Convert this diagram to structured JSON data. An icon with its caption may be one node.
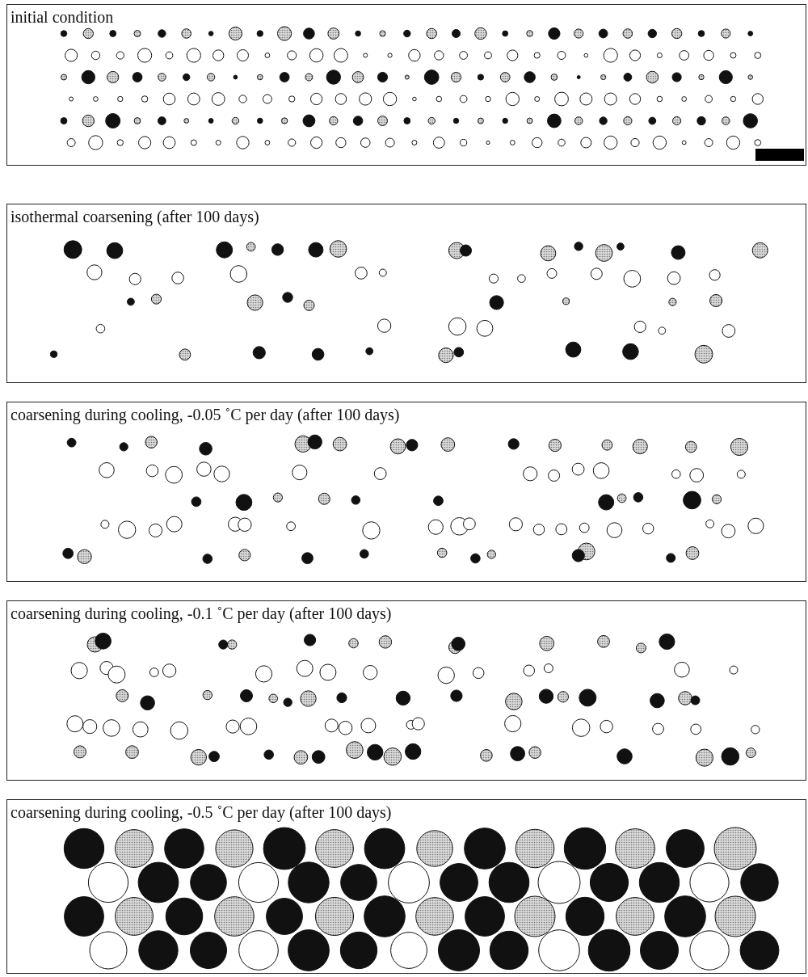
{
  "diagram": {
    "nodes": [
      {
        "text": [
          "initial condition"
        ]
      },
      {
        "text": [
          "isothermal coarsening (after 100 days)"
        ]
      },
      {
        "text": [
          "coarsening during cooling, -0.05 ˚C per day (after 100 days)"
        ]
      },
      {
        "text": [
          "coarsening during cooling, -0.1 ˚C per day (after 100 days)"
        ]
      },
      {
        "text": [
          "coarsening during cooling, -0.5 ˚C per day (after 100 days)"
        ]
      }
    ]
  }
}
